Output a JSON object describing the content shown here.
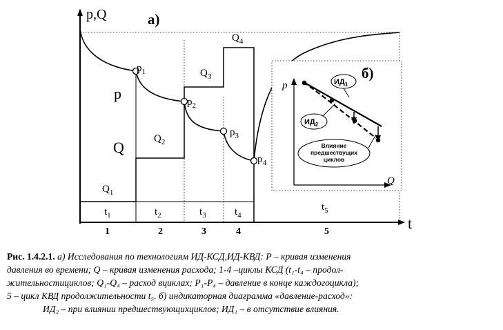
{
  "figure": {
    "panel_a_label": "а)",
    "panel_b_label": "б)",
    "y_axis_label": "p,Q",
    "x_axis_label": "t",
    "curve_p_label": "p",
    "curve_q_label": "Q",
    "flow_labels": [
      "Q",
      "Q",
      "Q",
      "Q"
    ],
    "flow_subs": [
      "1",
      "2",
      "3",
      "4"
    ],
    "pressure_labels": [
      "p",
      "p",
      "p",
      "p"
    ],
    "pressure_subs": [
      "1",
      "2",
      "3",
      "4"
    ],
    "duration_labels": [
      "t",
      "t",
      "t",
      "t",
      "t"
    ],
    "duration_subs": [
      "1",
      "2",
      "3",
      "4",
      "5"
    ],
    "cycle_numbers": [
      "1",
      "2",
      "3",
      "4",
      "5"
    ],
    "inset": {
      "y_label": "p",
      "x_label": "Q",
      "id1_main": "ИД",
      "id1_sub": "1",
      "id2_main": "ИД",
      "id2_sub": "2",
      "influence_line1": "Влияние",
      "influence_line2": "предшествущих",
      "influence_line3": "циклов"
    }
  },
  "caption": {
    "label": "Рис. 1.4.2.1.",
    "line1": "а) Исследования по технологиям ИД-КСД,ИД-КВД: Р – кривая изменения",
    "line2": "давления во времени; Q – кривая изменения расхода; 1-4 –циклы КСД (t₁-t₄ – продол-",
    "line3": "жительностициклов; Q₁-Q₄ – расход вциклах; P₁-P₄ – давление в конце каждогоцикла);",
    "line4": "5 – цикл КВД продолжительности t₅. б) индикаторная диаграмма «давление-расход»:",
    "line5": "ИД₂ – при влиянии предшествующихциклов; ИД₁ – в отсутствие влияния."
  }
}
